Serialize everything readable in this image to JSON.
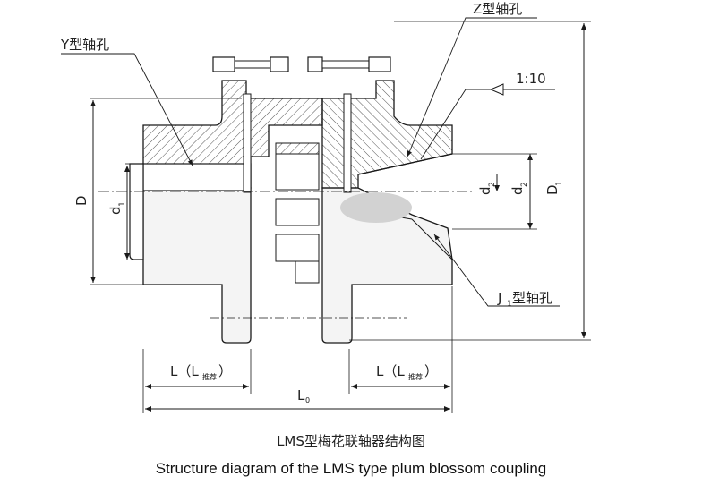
{
  "diagram": {
    "labels": {
      "y_bore": "Y型轴孔",
      "z_bore": "Z型轴孔",
      "j1_bore_main": "J",
      "j1_bore_sub": "1",
      "j1_bore_suffix": "型轴孔",
      "taper": "1:10",
      "D": "D",
      "d1_main": "d",
      "d1_sub": "1",
      "d2_main": "d",
      "d2_sub": "2",
      "d2b_main": "d",
      "d2b_sub": "2",
      "D1_main": "D",
      "D1_sub": "1",
      "L_left_main": "L（L",
      "L_left_sub": "推荐",
      "L_left_close": "）",
      "L_right_main": "L（L",
      "L_right_sub": "推荐",
      "L_right_close": "）",
      "L0_main": "L",
      "L0_sub": "0"
    }
  },
  "caption": {
    "chinese": "LMS型梅花联轴器结构图",
    "english": "Structure diagram of the LMS type plum blossom coupling"
  },
  "colors": {
    "line": "#1a1a1a",
    "body_fill": "#f4f4f4",
    "hatch": "#555555",
    "highlight": "#d2d2d2"
  }
}
